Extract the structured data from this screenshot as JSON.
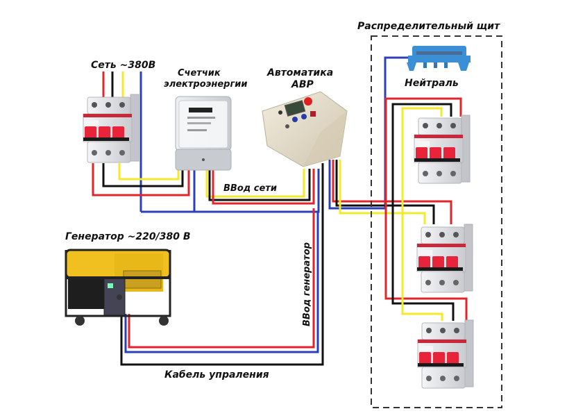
{
  "title": "Схема подключения генератора через АВР",
  "colors": {
    "phase_red": "#e0262a",
    "phase_black": "#111111",
    "phase_yellow": "#f2ea2a",
    "neutral_blue": "#2b3fb8",
    "breaker_body": "#e6e7ea",
    "breaker_switch": "#e8243a",
    "generator_yellow": "#f0c020",
    "neutral_bus": "#3b8fd6",
    "abp_box": "#e9e1cf"
  },
  "labels": {
    "grid": "Сеть ~380В",
    "meter_line1": "Счетчик",
    "meter_line2": "электроэнергии",
    "abp_line1": "Автоматика",
    "abp_line2": "АВР",
    "panel": "Распределительный щит",
    "neutral": "Нейтраль",
    "grid_input": "ВВод сети",
    "generator_input": "ВВод генератор",
    "generator": "Генератор ~220/380 В",
    "control_cable": "Кабель упраления"
  },
  "components": [
    {
      "id": "main-breaker",
      "type": "3-pole circuit breaker"
    },
    {
      "id": "electricity-meter",
      "type": "energy meter"
    },
    {
      "id": "abp-automation-box",
      "type": "ATS controller"
    },
    {
      "id": "neutral-bus",
      "type": "neutral terminal bar"
    },
    {
      "id": "panel-breaker-1",
      "type": "3-pole circuit breaker"
    },
    {
      "id": "panel-breaker-2",
      "type": "3-pole circuit breaker"
    },
    {
      "id": "panel-breaker-3",
      "type": "3-pole circuit breaker"
    },
    {
      "id": "generator",
      "type": "generator"
    }
  ]
}
